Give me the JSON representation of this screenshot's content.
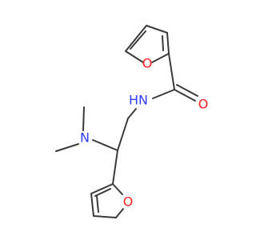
{
  "structure": {
    "atoms": {
      "furan_o_top": {
        "symbol": "O",
        "color": "#ff1f1f"
      },
      "amide_o": {
        "symbol": "O",
        "color": "#ff1f1f"
      },
      "amide_nh": {
        "symbol": "H",
        "color": "#2f3dff"
      },
      "amide_n": {
        "symbol": "N",
        "color": "#2f3dff"
      },
      "amine_n": {
        "symbol": "N",
        "color": "#2f3dff"
      },
      "furan_o_bottom": {
        "symbol": "O",
        "color": "#ff1f1f"
      }
    },
    "bond_color": "#3a3a3a",
    "amide_n_label": "N",
    "amide_h_label": "H"
  }
}
